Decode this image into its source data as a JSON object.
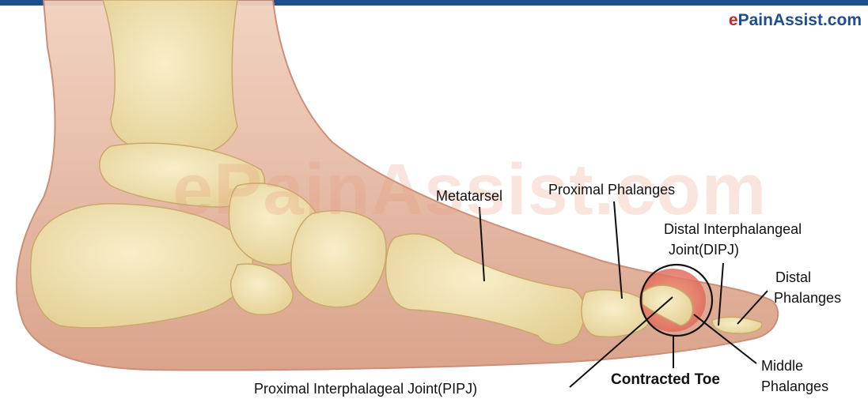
{
  "brand": {
    "prefix": "e",
    "name": "PainAssist.com"
  },
  "watermark": "ePainAssist.com",
  "labels": {
    "metatarsel": "Metatarsel",
    "proximal_phalanges": "Proximal Phalanges",
    "dipj_line1": "Distal Interphalangeal",
    "dipj_line2": "Joint(DIPJ)",
    "distal_line1": "Distal",
    "distal_line2": "Phalanges",
    "middle_line1": "Middle",
    "middle_line2": "Phalanges",
    "contracted_toe": "Contracted Toe",
    "pipj": "Proximal Interphalageal Joint(PIPJ)"
  },
  "colors": {
    "bar": "#1f4e8c",
    "brand_red": "#c62828",
    "skin": "#e7b49a",
    "bone": "#efe2b0",
    "bone_edge": "#c9a96a",
    "inflamed": "#e98070"
  }
}
